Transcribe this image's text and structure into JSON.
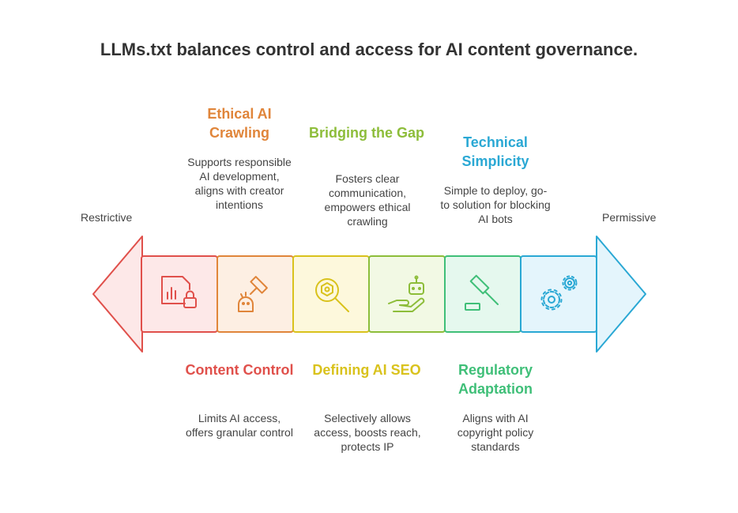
{
  "title": "LLMs.txt balances control and access for AI content governance.",
  "scale": {
    "left_label": "Restrictive",
    "right_label": "Permissive"
  },
  "items": [
    {
      "title": "Content Control",
      "description": "Limits AI access, offers granular control",
      "color": "#e0504b",
      "icon": "locked-chart-icon"
    },
    {
      "title": "Ethical AI Crawling",
      "description": "Supports responsible AI development, aligns with creator intentions",
      "color": "#e0853a",
      "icon": "gavel-robot-icon"
    },
    {
      "title": "Defining AI SEO",
      "description": "Selectively allows access, boosts reach, protects IP",
      "color": "#d9c21c",
      "icon": "search-brain-icon"
    },
    {
      "title": "Bridging the Gap",
      "description": "Fosters clear communication, empowers ethical crawling",
      "color": "#8dbd3a",
      "icon": "hand-robot-icon"
    },
    {
      "title": "Regulatory Adaptation",
      "description": "Aligns with AI copyright policy standards",
      "color": "#3fbf78",
      "icon": "gavel-icon"
    },
    {
      "title": "Technical Simplicity",
      "description": "Simple to deploy, go-to solution for blocking AI bots",
      "color": "#2aa8d4",
      "icon": "gears-icon"
    }
  ]
}
